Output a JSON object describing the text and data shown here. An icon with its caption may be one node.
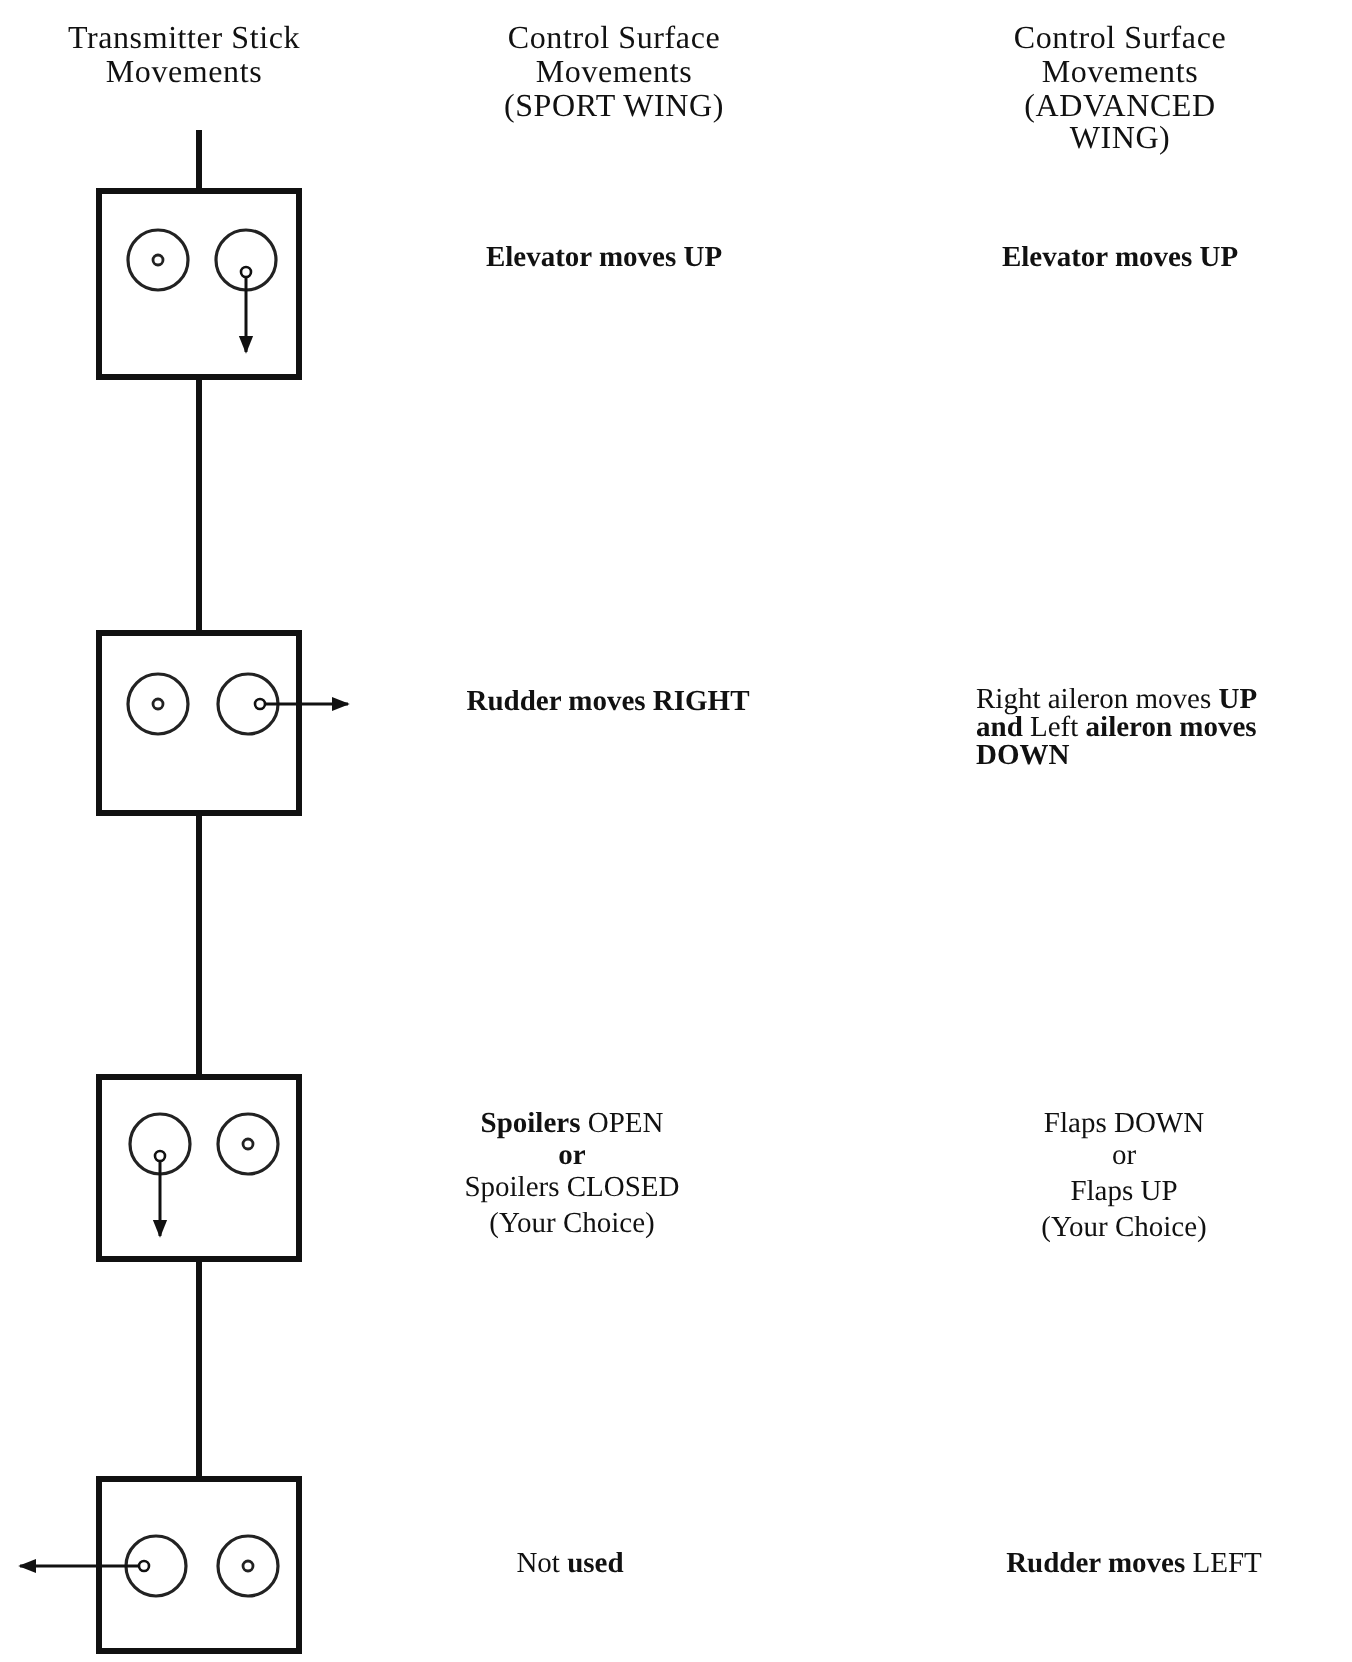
{
  "diagram": {
    "nodes": [
      {
        "text": [],
        "shape": "box"
      },
      {
        "text": [],
        "shape": "box"
      },
      {
        "text": [],
        "shape": "box"
      },
      {
        "text": [],
        "shape": "box"
      }
    ],
    "edges": [
      {
        "from": null,
        "to": 0,
        "arrow": "none"
      },
      {
        "from": 0,
        "to": 1,
        "arrow": "none"
      },
      {
        "from": 1,
        "to": 2,
        "arrow": "none"
      },
      {
        "from": 2,
        "to": 3,
        "arrow": "none"
      }
    ],
    "labels": [
      "Transmitter Stick Movements",
      "Control Surface Movements (SPORT WING)",
      "Control Surface Movements (ADVANCED WING)",
      "Elevator moves UP",
      "Elevator moves UP",
      "Rudder moves RIGHT",
      "Right aileron moves **UP and** Left **aileron moves DOWN**",
      "**Spoilers** OPEN",
      "or",
      "Spoilers CLOSED",
      "(Your Choice)",
      "Flaps DOWN",
      "or",
      "Flaps UP",
      "(Your Choice)",
      "Not **used**",
      "**Rudder moves** LEFT"
    ]
  }
}
